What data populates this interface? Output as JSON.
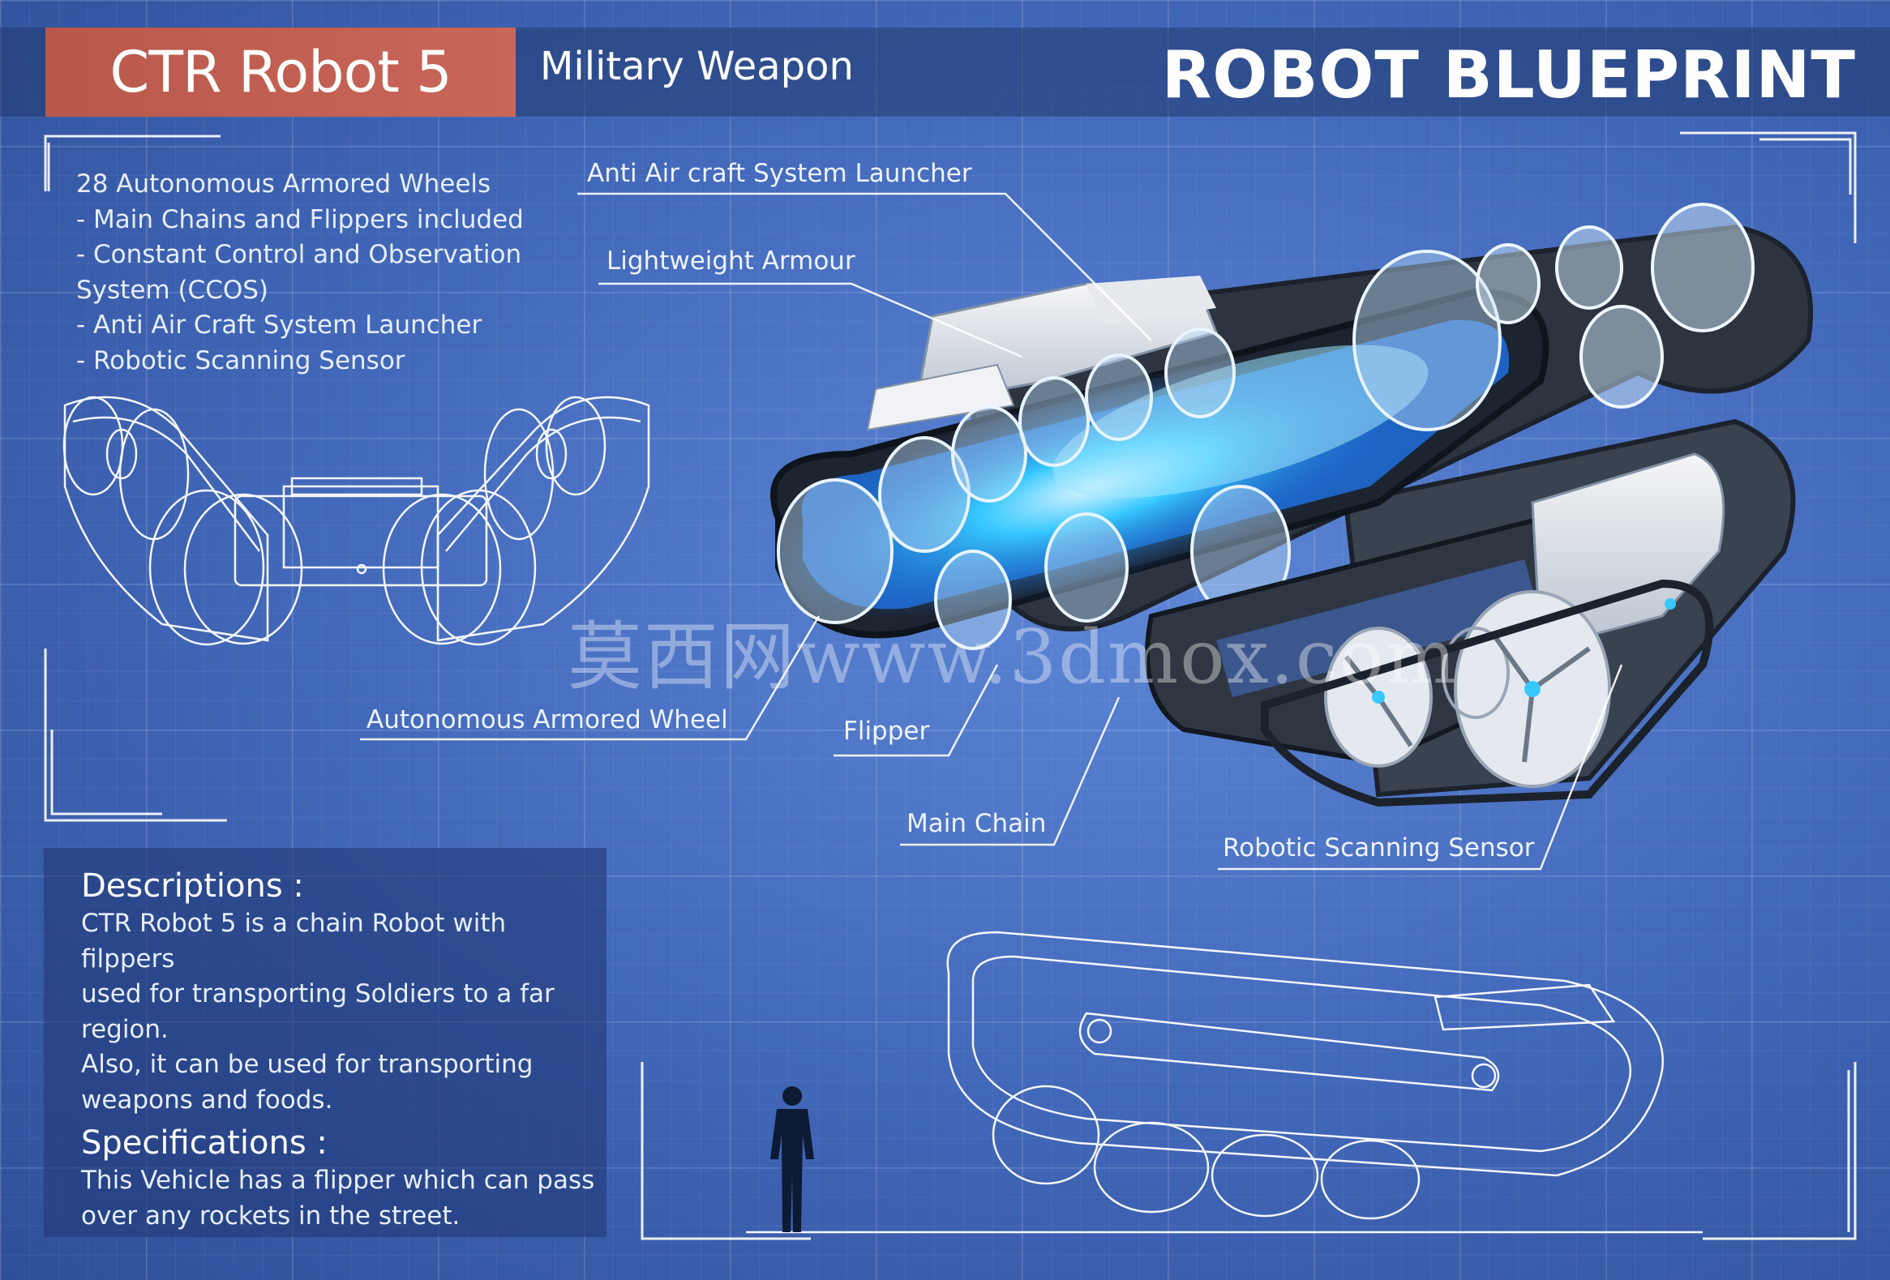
{
  "header": {
    "title": "CTR Robot 5",
    "subtitle": "Military Weapon",
    "blueprint_title": "ROBOT BLUEPRINT"
  },
  "features": [
    "28 Autonomous Armored Wheels",
    "- Main Chains and Flippers included",
    "- Constant Control and Observation",
    "System (CCOS)",
    "- Anti Air Craft System Launcher",
    "- Robotic Scanning Sensor"
  ],
  "callouts": {
    "anti_air": "Anti Air craft System Launcher",
    "armour": "Lightweight Armour",
    "wheel": "Autonomous Armored Wheel",
    "flipper": "Flipper",
    "main_chain": "Main Chain",
    "sensor": "Robotic Scanning Sensor"
  },
  "descriptions": {
    "heading": "Descriptions :",
    "lines": [
      "CTR Robot 5 is a chain Robot with filppers",
      "used for transporting Soldiers to a far",
      "region.",
      "Also, it can be used for transporting",
      "weapons and foods."
    ]
  },
  "specifications": {
    "heading": "Specifications :",
    "lines": [
      "This Vehicle has a flipper which can pass",
      "over any rockets in the street."
    ]
  },
  "watermark": "莫西网www.3dmox.com",
  "colors": {
    "background": "#4369bb",
    "title_box": "#c9665a",
    "header_bar": "#213a6e",
    "accent_glow": "#37c8ff"
  }
}
